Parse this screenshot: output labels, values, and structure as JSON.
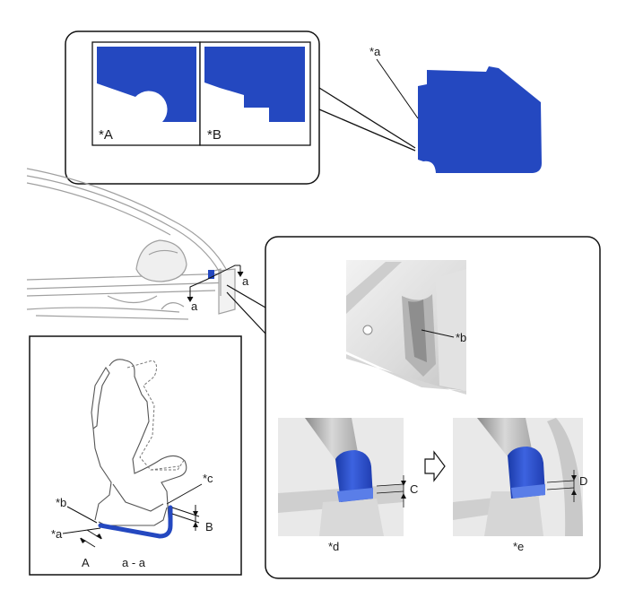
{
  "colors": {
    "part_blue": "#2448C0",
    "outline": "#111111",
    "gray_line": "#9a9a9a",
    "photo_light": "#e6e6e6",
    "photo_mid": "#cfcfcf",
    "photo_dark": "#9c9c9c"
  },
  "labels": {
    "part_a": "*a",
    "option_A": "*A",
    "option_B": "*B",
    "section_marker": "a",
    "section_title": "a - a",
    "callout_b": "*b",
    "callout_c": "*c",
    "dim_A": "A",
    "dim_B": "B",
    "dim_C": "C",
    "dim_D": "D",
    "view_d": "*d",
    "view_e": "*e"
  },
  "icons": {
    "arrow": "right-outline-arrow-icon"
  }
}
